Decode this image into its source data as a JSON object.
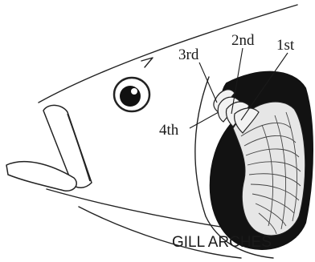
{
  "diagram": {
    "labels": {
      "first": "1st",
      "second": "2nd",
      "third": "3rd",
      "fourth": "4th"
    },
    "caption": "GILL ARCHES"
  }
}
